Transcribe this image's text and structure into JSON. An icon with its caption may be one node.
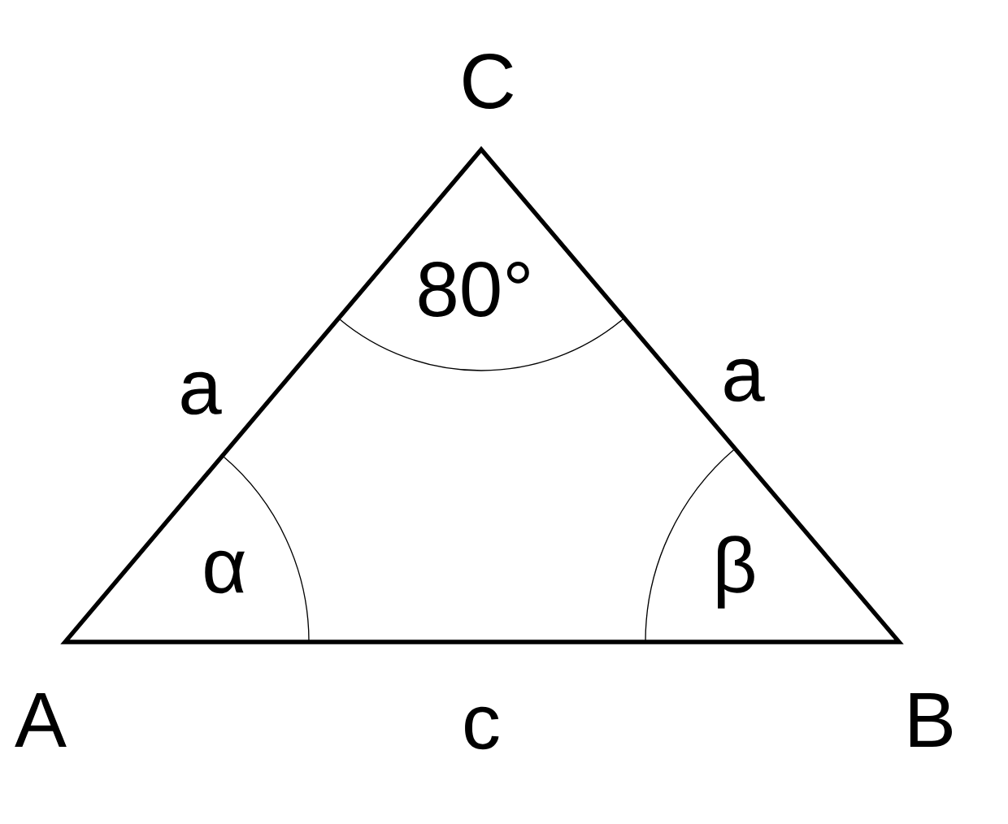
{
  "diagram": {
    "labels": [
      "C",
      "80°",
      "a",
      "a",
      "α",
      "β",
      "A",
      "c",
      "B"
    ]
  }
}
